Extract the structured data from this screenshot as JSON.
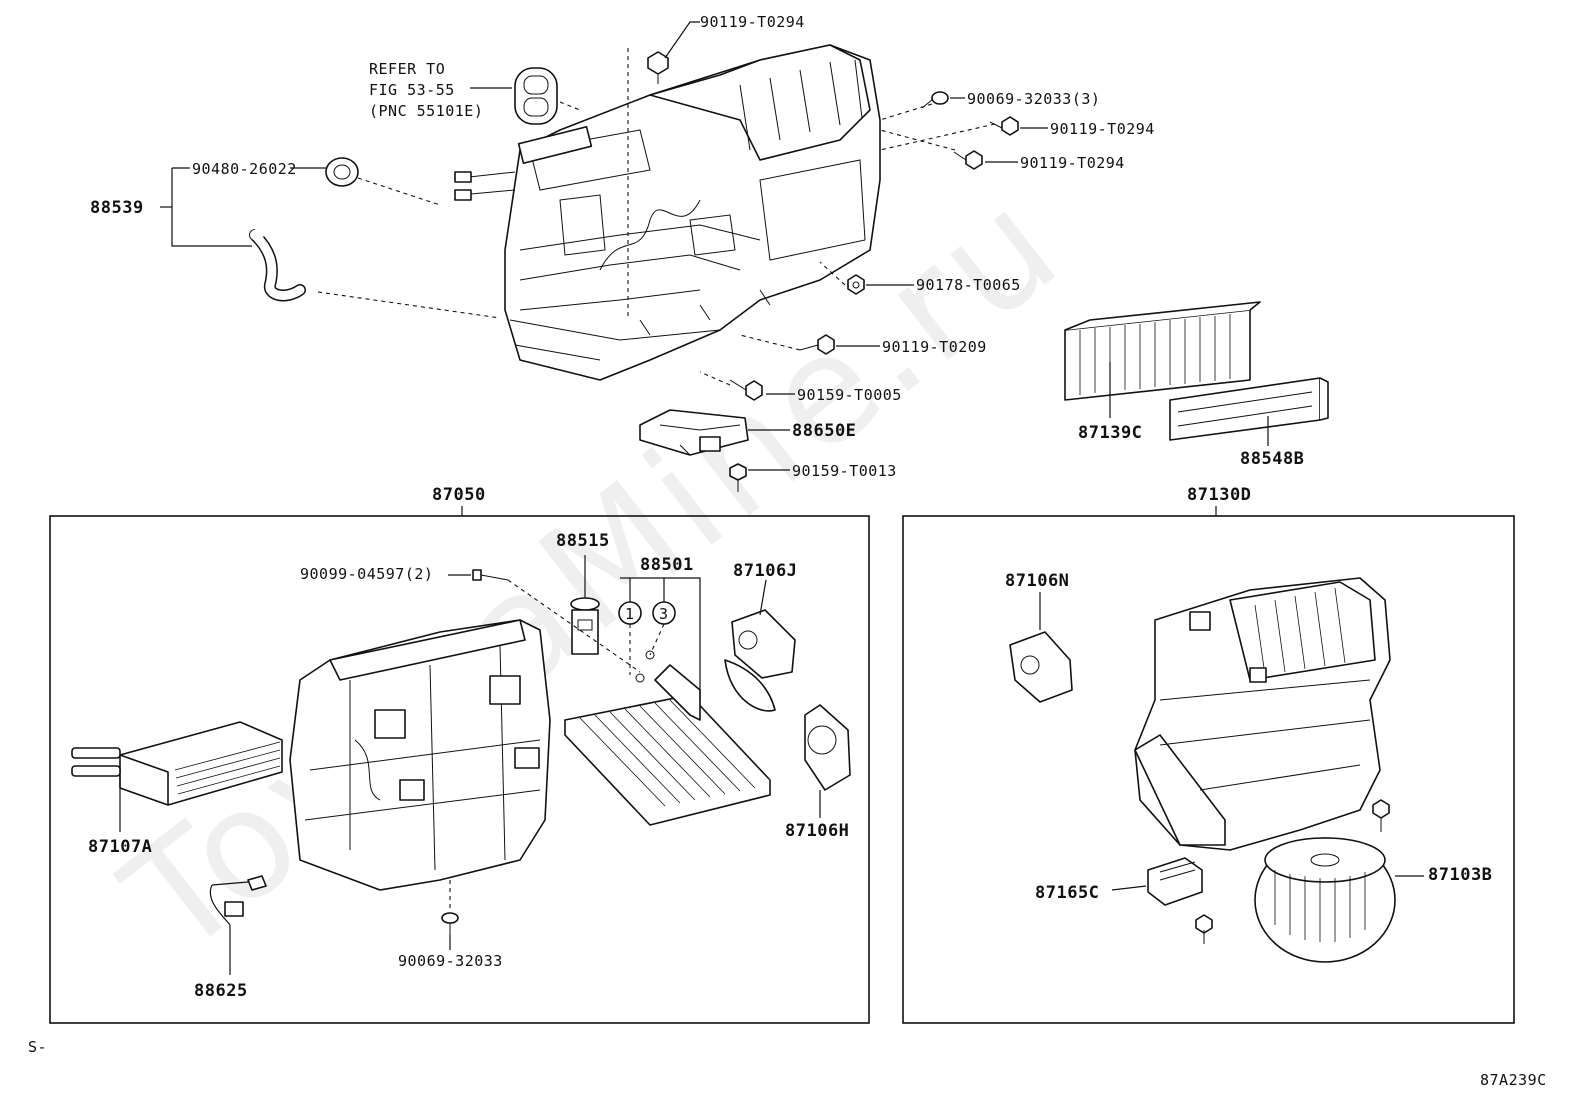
{
  "diagram": {
    "watermark": "ToyotaMine.ru",
    "footer_left": "S-",
    "footer_right": "87A239C",
    "refer_note": [
      "REFER TO",
      "FIG 53-55",
      "(PNC 55101E)"
    ],
    "labels": {
      "bolt_top": "90119-T0294",
      "screw_3": "90069-32033(3)",
      "bolt_r1": "90119-T0294",
      "bolt_r2": "90119-T0294",
      "grommet": "90480-26022",
      "hose": "88539",
      "nut": "90178-T0065",
      "bolt_mid": "90119-T0209",
      "bolt_low": "90159-T0005",
      "sensor": "88650E",
      "bolt_sensor": "90159-T0013",
      "filter": "87139C",
      "filter_cover": "88548B",
      "unit_left": "87050",
      "unit_right": "87130D",
      "bolt_exp": "90099-04597(2)",
      "exp_valve": "88515",
      "orings": "88501",
      "oring_1": "1",
      "oring_3": "3",
      "servo_j": "87106J",
      "heater_core": "87107A",
      "servo_h": "87106H",
      "harness": "88625",
      "screw_bottom": "90069-32033",
      "servo_n": "87106N",
      "resistor": "87165C",
      "blower": "87103B"
    }
  }
}
